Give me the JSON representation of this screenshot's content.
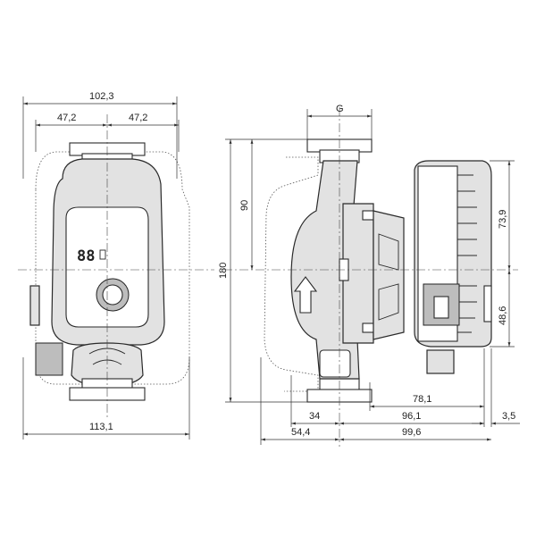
{
  "front_view": {
    "display_digits": "88",
    "dims": {
      "overall_width_top": "102,3",
      "half_left": "47,2",
      "half_right": "47,2",
      "overall_width_bottom": "113,1"
    }
  },
  "side_view": {
    "dims": {
      "thread_g": "G",
      "height_upper": "90",
      "height_total": "180",
      "motor_upper": "73,9",
      "motor_lower": "48,6",
      "depth_78": "78,1",
      "depth_34": "34",
      "depth_96": "96,1",
      "depth_3_5": "3,5",
      "depth_54": "54,4",
      "depth_99": "99,6"
    }
  }
}
